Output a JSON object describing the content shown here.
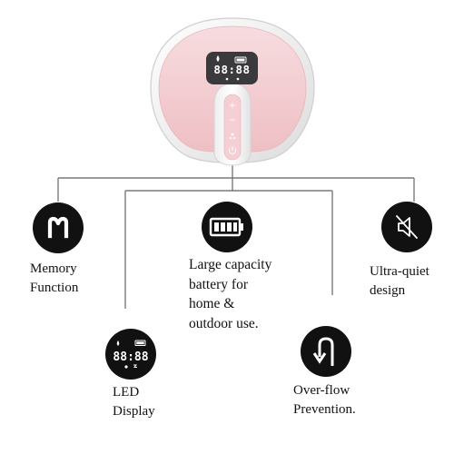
{
  "device": {
    "display_text": "88:88",
    "controls": {
      "plus": "+",
      "minus": "−"
    },
    "colors": {
      "body": "#f1c9cc",
      "body_light": "#f7dfe1",
      "shell": "#f3f3f3",
      "button_panel": "#f7d7da",
      "display_bg": "#3a3a3d"
    }
  },
  "features": {
    "memory": {
      "icon": "letter-m-icon",
      "line1": "Memory",
      "line2": "Function"
    },
    "battery": {
      "icon": "battery-icon",
      "line1": "Large capacity",
      "line2": "battery for",
      "line3": "home &",
      "line4": "outdoor use."
    },
    "quiet": {
      "icon": "speaker-muted-icon",
      "line1": "Ultra-quiet",
      "line2": "design"
    },
    "led": {
      "icon": "led-display-icon",
      "display_text": "88:88",
      "line1": "LED",
      "line2": "Display"
    },
    "overflow": {
      "icon": "u-turn-arrow-icon",
      "line1": "Over-flow",
      "line2": "Prevention."
    }
  },
  "colors": {
    "icon_bg": "#111111",
    "icon_fg": "#ffffff",
    "line": "#7a7a7a",
    "text": "#111111"
  }
}
